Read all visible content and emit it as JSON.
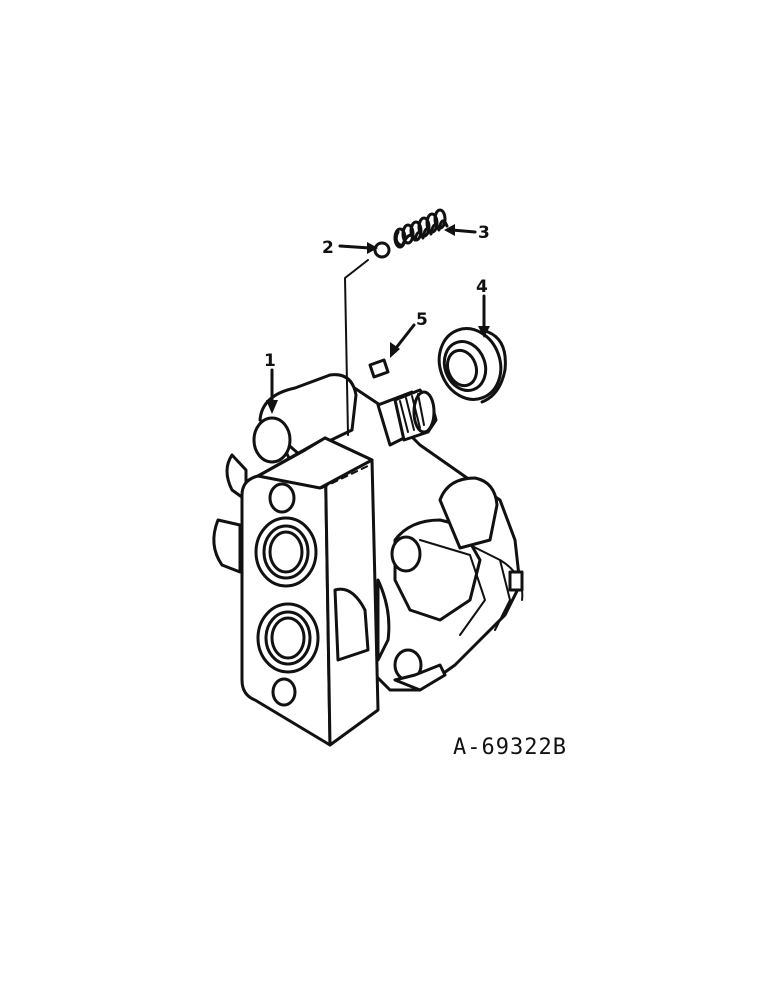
{
  "diagram": {
    "callouts": [
      {
        "id": "1",
        "label": "1",
        "part": "pump-body"
      },
      {
        "id": "2",
        "label": "2",
        "part": "ball"
      },
      {
        "id": "3",
        "label": "3",
        "part": "spring"
      },
      {
        "id": "4",
        "label": "4",
        "part": "seal"
      },
      {
        "id": "5",
        "label": "5",
        "part": "key"
      }
    ],
    "drawing_id": "A-69322B"
  }
}
